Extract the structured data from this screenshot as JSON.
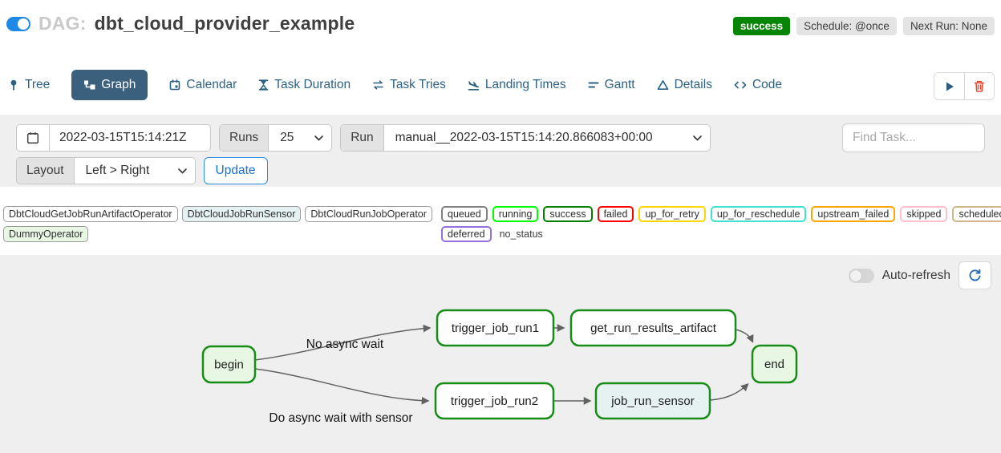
{
  "header": {
    "dag_label": "DAG:",
    "dag_name": "dbt_cloud_provider_example",
    "badges": {
      "status": "success",
      "schedule": "Schedule: @once",
      "next_run": "Next Run: None"
    }
  },
  "tabs": [
    {
      "label": "Tree"
    },
    {
      "label": "Graph",
      "active": true
    },
    {
      "label": "Calendar"
    },
    {
      "label": "Task Duration"
    },
    {
      "label": "Task Tries"
    },
    {
      "label": "Landing Times"
    },
    {
      "label": "Gantt"
    },
    {
      "label": "Details"
    },
    {
      "label": "Code"
    }
  ],
  "filters": {
    "date_value": "2022-03-15T15:14:21Z",
    "runs_label": "Runs",
    "runs_value": "25",
    "run_label": "Run",
    "run_value": "manual__2022-03-15T15:14:20.866083+00:00",
    "find_task_placeholder": "Find Task...",
    "layout_label": "Layout",
    "layout_value": "Left > Right",
    "update_label": "Update"
  },
  "legend": {
    "operators": [
      {
        "label": "DbtCloudGetJobRunArtifactOperator",
        "bg": "#ffffff"
      },
      {
        "label": "DbtCloudJobRunSensor",
        "bg": "#e6f1f2"
      },
      {
        "label": "DbtCloudRunJobOperator",
        "bg": "#ffffff"
      },
      {
        "label": "DummyOperator",
        "bg": "#e8f7e4"
      }
    ],
    "statuses": [
      {
        "label": "queued",
        "color": "#808080"
      },
      {
        "label": "running",
        "color": "#00ff00"
      },
      {
        "label": "success",
        "color": "#008000"
      },
      {
        "label": "failed",
        "color": "#ff0000"
      },
      {
        "label": "up_for_retry",
        "color": "#ffd700"
      },
      {
        "label": "up_for_reschedule",
        "color": "#40e0d0"
      },
      {
        "label": "upstream_failed",
        "color": "#ffa500"
      },
      {
        "label": "skipped",
        "color": "#ffc0cb"
      },
      {
        "label": "scheduled",
        "color": "#d2b48c"
      },
      {
        "label": "deferred",
        "color": "#9370db"
      }
    ],
    "no_status_label": "no_status"
  },
  "graph": {
    "auto_refresh_label": "Auto-refresh",
    "edge_labels": [
      {
        "text": "No async wait"
      },
      {
        "text": "Do async wait with sensor"
      }
    ],
    "nodes": [
      {
        "id": "begin",
        "label": "begin",
        "fill": "#e8f7e4",
        "stroke": "#178c17"
      },
      {
        "id": "trigger_job_run1",
        "label": "trigger_job_run1",
        "fill": "#ffffff",
        "stroke": "#178c17"
      },
      {
        "id": "get_run_results_artifact",
        "label": "get_run_results_artifact",
        "fill": "#ffffff",
        "stroke": "#178c17"
      },
      {
        "id": "end",
        "label": "end",
        "fill": "#e8f7e4",
        "stroke": "#178c17"
      },
      {
        "id": "trigger_job_run2",
        "label": "trigger_job_run2",
        "fill": "#ffffff",
        "stroke": "#178c17"
      },
      {
        "id": "job_run_sensor",
        "label": "job_run_sensor",
        "fill": "#e6f1f2",
        "stroke": "#178c17"
      }
    ]
  },
  "colors": {
    "accent_blue": "#1e88e5",
    "navy_tab": "#3b607e",
    "success_green": "#078507",
    "panel_gray": "#efefef"
  }
}
